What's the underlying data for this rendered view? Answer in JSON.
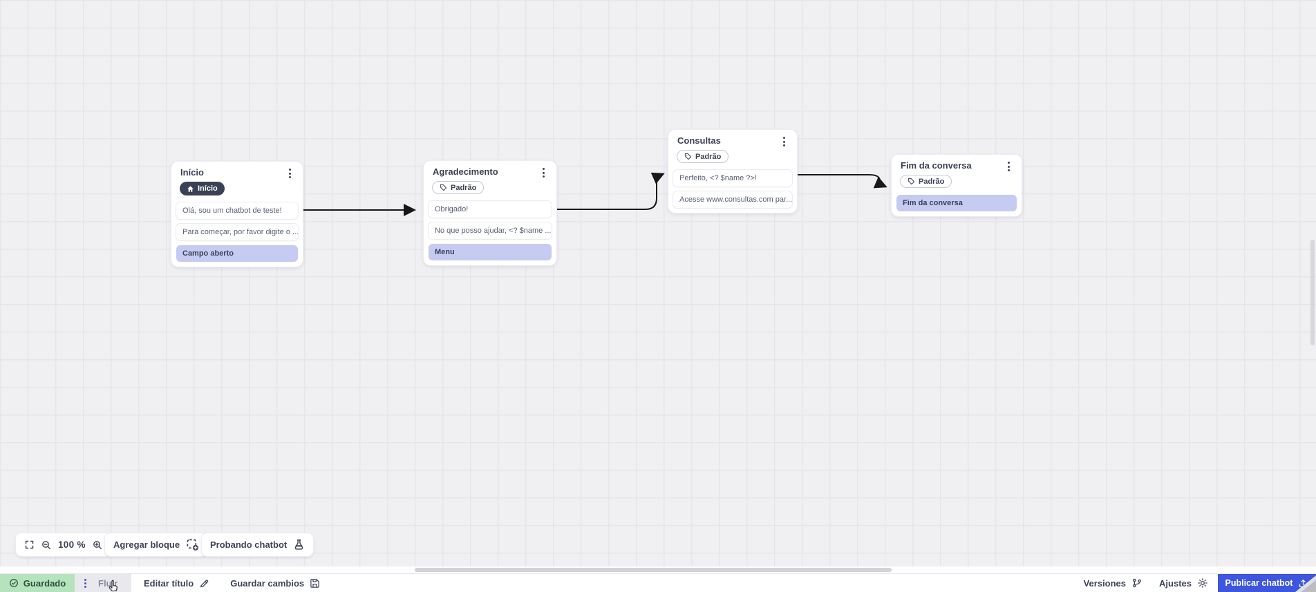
{
  "flow": {
    "nodes": [
      {
        "title": "Início",
        "badge": {
          "label": "Início",
          "style": "dark",
          "icon": "home-icon"
        },
        "rows": [
          {
            "text": "Olá, sou um chatbot de teste!",
            "highlighted": false
          },
          {
            "text": "Para começar, por favor digite o ...",
            "highlighted": false
          },
          {
            "text": "Campo aberto",
            "highlighted": true
          }
        ]
      },
      {
        "title": "Agradecimento",
        "badge": {
          "label": "Padrão",
          "style": "outline",
          "icon": "tag-icon"
        },
        "rows": [
          {
            "text": "Obrigado!",
            "highlighted": false
          },
          {
            "text": "No que posso ajudar, <? $name ...",
            "highlighted": false
          },
          {
            "text": "Menu",
            "highlighted": true
          }
        ]
      },
      {
        "title": "Consultas",
        "badge": {
          "label": "Padrão",
          "style": "outline",
          "icon": "tag-icon"
        },
        "rows": [
          {
            "text": "Perfeito, <? $name ?>!",
            "highlighted": false
          },
          {
            "text": "Acesse www.consultas.com par...",
            "highlighted": false
          }
        ]
      },
      {
        "title": "Fim da conversa",
        "badge": {
          "label": "Padrão",
          "style": "outline",
          "icon": "tag-icon"
        },
        "rows": [
          {
            "text": "Fim da conversa",
            "highlighted": true
          }
        ]
      }
    ],
    "connections": [
      {
        "from": "Início",
        "to": "Agradecimento"
      },
      {
        "from": "Agradecimento",
        "to": "Consultas"
      },
      {
        "from": "Consultas",
        "to": "Fim da conversa"
      }
    ]
  },
  "toolbar": {
    "zoom_level": "100 %",
    "add_block": "Agregar bloque",
    "test_chatbot": "Probando chatbot"
  },
  "statusbar": {
    "saved": "Guardado",
    "flow_tab": "Fluir",
    "edit_title": "Editar título",
    "save_changes": "Guardar cambios",
    "versions": "Versiones",
    "settings": "Ajustes",
    "publish": "Publicar chatbot"
  },
  "icons": {
    "node_menu": "kebab-menu-icon",
    "badge_home": "home-icon",
    "badge_tag": "tag-icon",
    "fullscreen": "fullscreen-icon",
    "zoom_out": "zoom-out-icon",
    "zoom_in": "zoom-in-icon",
    "add_block": "add-block-icon",
    "test": "flask-icon",
    "saved": "check-circle-icon",
    "edit": "pencil-icon",
    "save": "floppy-icon",
    "versions": "git-branch-icon",
    "settings": "gear-icon",
    "publish": "upload-icon",
    "mouse": "hand-cursor-icon"
  },
  "colors": {
    "accent_blue": "#3d56dd",
    "saved_green": "#b5e3bd",
    "highlight_purple": "#c5cbf1",
    "badge_dark": "#3a4157",
    "canvas_grey": "#f0f0f3",
    "edge_black": "#18181b"
  }
}
